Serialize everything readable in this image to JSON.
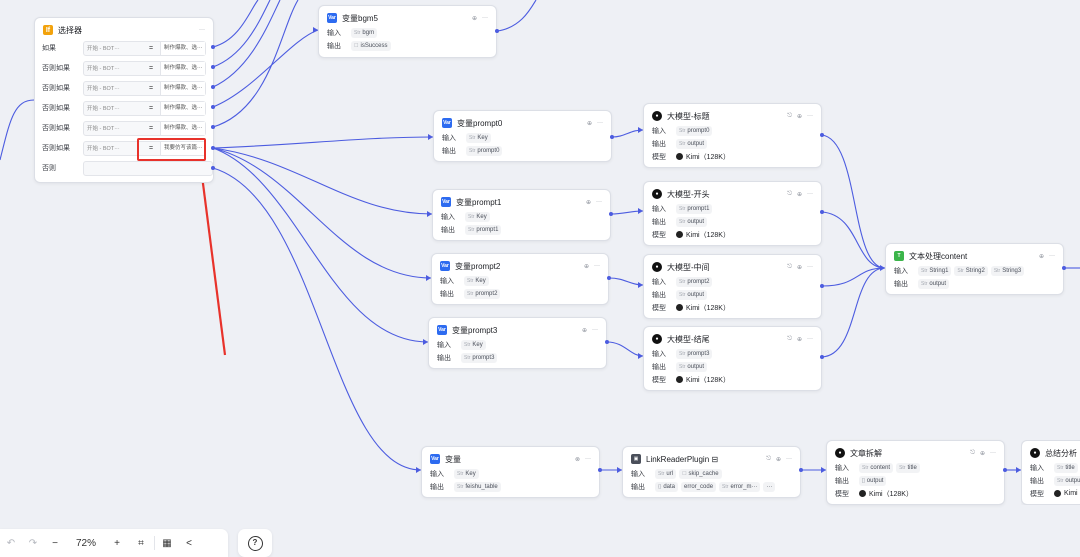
{
  "selector": {
    "title": "选择器",
    "branches": [
      {
        "label": "如果",
        "left": "开始 - BOT···",
        "op": "=",
        "right": "制作爆款、选···"
      },
      {
        "label": "否则如果",
        "left": "开始 - BOT···",
        "op": "=",
        "right": "制作爆款、选···"
      },
      {
        "label": "否则如果",
        "left": "开始 - BOT···",
        "op": "=",
        "right": "制作爆款、选···"
      },
      {
        "label": "否则如果",
        "left": "开始 - BOT···",
        "op": "=",
        "right": "制作爆款、选···"
      },
      {
        "label": "否则如果",
        "left": "开始 - BOT···",
        "op": "=",
        "right": "制作爆款、选···"
      },
      {
        "label": "否则如果",
        "left": "开始 - BOT···",
        "op": "=",
        "right": "我要仿写该篇···"
      }
    ],
    "else_label": "否则"
  },
  "var_nodes": {
    "bgm5": {
      "title": "变量bgm5",
      "in_label": "输入",
      "in_type": "Str",
      "in_val": "bgm",
      "out_label": "输出",
      "out_type": "☐",
      "out_val": "isSuccess"
    },
    "p0": {
      "title": "变量prompt0",
      "in_label": "输入",
      "in_type": "Str",
      "in_val": "Key",
      "out_label": "输出",
      "out_type": "Str",
      "out_val": "prompt0"
    },
    "p1": {
      "title": "变量prompt1",
      "in_label": "输入",
      "in_type": "Str",
      "in_val": "Key",
      "out_label": "输出",
      "out_type": "Str",
      "out_val": "prompt1"
    },
    "p2": {
      "title": "变量prompt2",
      "in_label": "输入",
      "in_type": "Str",
      "in_val": "Key",
      "out_label": "输出",
      "out_type": "Str",
      "out_val": "prompt2"
    },
    "p3": {
      "title": "变量prompt3",
      "in_label": "输入",
      "in_type": "Str",
      "in_val": "Key",
      "out_label": "输出",
      "out_type": "Str",
      "out_val": "prompt3"
    },
    "var": {
      "title": "变量",
      "in_label": "输入",
      "in_type": "Str",
      "in_val": "Key",
      "out_label": "输出",
      "out_type": "Str",
      "out_val": "feishu_table"
    }
  },
  "llm_nodes": {
    "biaoti": {
      "title": "大模型-标题",
      "in_label": "输入",
      "in_type": "Str",
      "in_val": "prompt0",
      "out_label": "输出",
      "out_type": "Str",
      "out_val": "output",
      "model_label": "模型",
      "model": "Kimi（128K）"
    },
    "kaitou": {
      "title": "大模型-开头",
      "in_label": "输入",
      "in_type": "Str",
      "in_val": "prompt1",
      "out_label": "输出",
      "out_type": "Str",
      "out_val": "output",
      "model_label": "模型",
      "model": "Kimi（128K）"
    },
    "zhongjian": {
      "title": "大模型-中间",
      "in_label": "输入",
      "in_type": "Str",
      "in_val": "prompt2",
      "out_label": "输出",
      "out_type": "Str",
      "out_val": "output",
      "model_label": "模型",
      "model": "Kimi（128K）"
    },
    "jiewei": {
      "title": "大模型-结尾",
      "in_label": "输入",
      "in_type": "Str",
      "in_val": "prompt3",
      "out_label": "输出",
      "out_type": "Str",
      "out_val": "output",
      "model_label": "模型",
      "model": "Kimi（128K）"
    },
    "chaijie": {
      "title": "文章拆解",
      "in_label": "输入",
      "in_type": "Str",
      "in_val": "content",
      "in_type2": "Str",
      "in_val2": "title",
      "out_label": "输出",
      "out_type": "[]",
      "out_val": "output",
      "model_label": "模型",
      "model": "Kimi（128K）"
    },
    "zongjie": {
      "title": "总结分析",
      "in_label": "输入",
      "in_type": "Str",
      "in_val": "title",
      "out_label": "输出",
      "out_type": "Str",
      "out_val": "output",
      "model_label": "模型",
      "model": "Kimi"
    }
  },
  "text_node": {
    "title": "文本处理content",
    "in_label": "输入",
    "in_type": "Str",
    "in1": "String1",
    "in2": "String2",
    "in3": "String3",
    "out_label": "输出",
    "out_type": "Str",
    "out_val": "output"
  },
  "plugin_node": {
    "title": "LinkReaderPlugin",
    "in_label": "输入",
    "in_type": "Str",
    "in1": "url",
    "in_type2": "☐",
    "in2": "skip_cache",
    "out_label": "输出",
    "out_type1": "{}",
    "out1": "data",
    "out2": "error_code",
    "out_type3": "Str",
    "out3": "error_m···",
    "more": "···"
  },
  "toolbar": {
    "zoom": "72%",
    "undo_icon": "↶",
    "redo_icon": "↷",
    "minus": "−",
    "plus": "+",
    "fit_icon": "⌗",
    "layout_icon": "▦",
    "collapse_icon": "<",
    "help_icon": "?"
  },
  "colors": {
    "edge": "#4c5ce0",
    "highlight": "#e8322b",
    "canvas": "#eef0f5"
  }
}
